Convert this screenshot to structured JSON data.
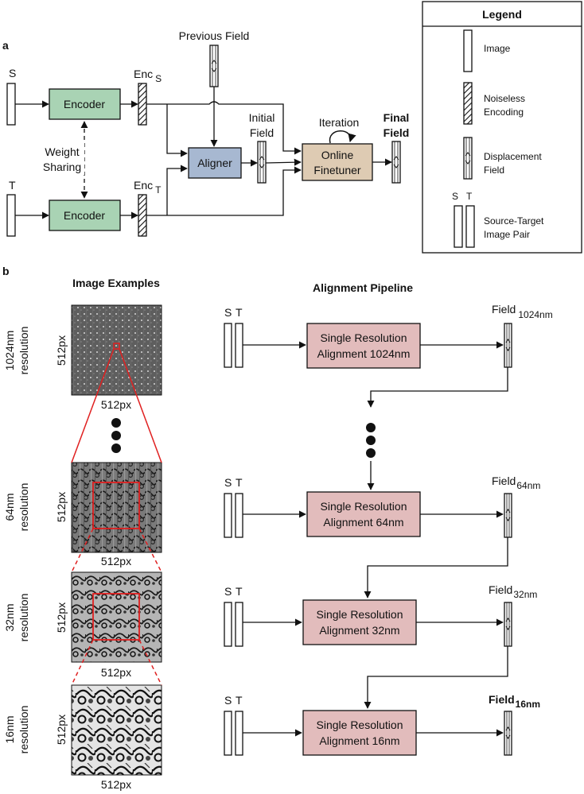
{
  "panel_a": {
    "letter": "a",
    "source_label": "S",
    "target_label": "T",
    "encoder_top": "Encoder",
    "encoder_bottom": "Encoder",
    "weight_sharing_line1": "Weight",
    "weight_sharing_line2": "Sharing",
    "enc_s_main": "Enc",
    "enc_s_sub": "S",
    "enc_t_main": "Enc",
    "enc_t_sub": "T",
    "previous_field": "Previous Field",
    "aligner": "Aligner",
    "initial_field_line1": "Initial",
    "initial_field_line2": "Field",
    "iteration": "Iteration",
    "finetuner_line1": "Online",
    "finetuner_line2": "Finetuner",
    "final_field_line1": "Final",
    "final_field_line2": "Field"
  },
  "legend": {
    "title": "Legend",
    "items": [
      {
        "label_line1": "Image",
        "label_line2": ""
      },
      {
        "label_line1": "Noiseless",
        "label_line2": "Encoding"
      },
      {
        "label_line1": "Displacement",
        "label_line2": "Field"
      },
      {
        "label_line1": "Source-Target",
        "label_line2": "Image Pair"
      }
    ],
    "pair_s": "S",
    "pair_t": "T"
  },
  "panel_b": {
    "letter": "b",
    "image_examples_title": "Image Examples",
    "pipeline_title": "Alignment Pipeline",
    "px_label": "512px",
    "rows": [
      {
        "res_line1": "1024nm",
        "res_line2": "resolution",
        "stage_line1": "Single Resolution",
        "stage_line2": "Alignment 1024nm",
        "field_main": "Field",
        "field_sub": "1024nm",
        "s": "S",
        "t": "T"
      },
      {
        "res_line1": "64nm",
        "res_line2": "resolution",
        "stage_line1": "Single Resolution",
        "stage_line2": "Alignment 64nm",
        "field_main": "Field",
        "field_sub": "64nm",
        "s": "S",
        "t": "T"
      },
      {
        "res_line1": "32nm",
        "res_line2": "resolution",
        "stage_line1": "Single Resolution",
        "stage_line2": "Alignment 32nm",
        "field_main": "Field",
        "field_sub": "32nm",
        "s": "S",
        "t": "T"
      },
      {
        "res_line1": "16nm",
        "res_line2": "resolution",
        "stage_line1": "Single Resolution",
        "stage_line2": "Alignment 16nm",
        "field_main": "Field",
        "field_sub": "16nm",
        "s": "S",
        "t": "T"
      }
    ]
  },
  "colors": {
    "encoder": "#a9d3b4",
    "aligner": "#a7b8d1",
    "finetuner": "#decbb3",
    "stage": "#e2bcbc",
    "zoom": "#e02020"
  }
}
